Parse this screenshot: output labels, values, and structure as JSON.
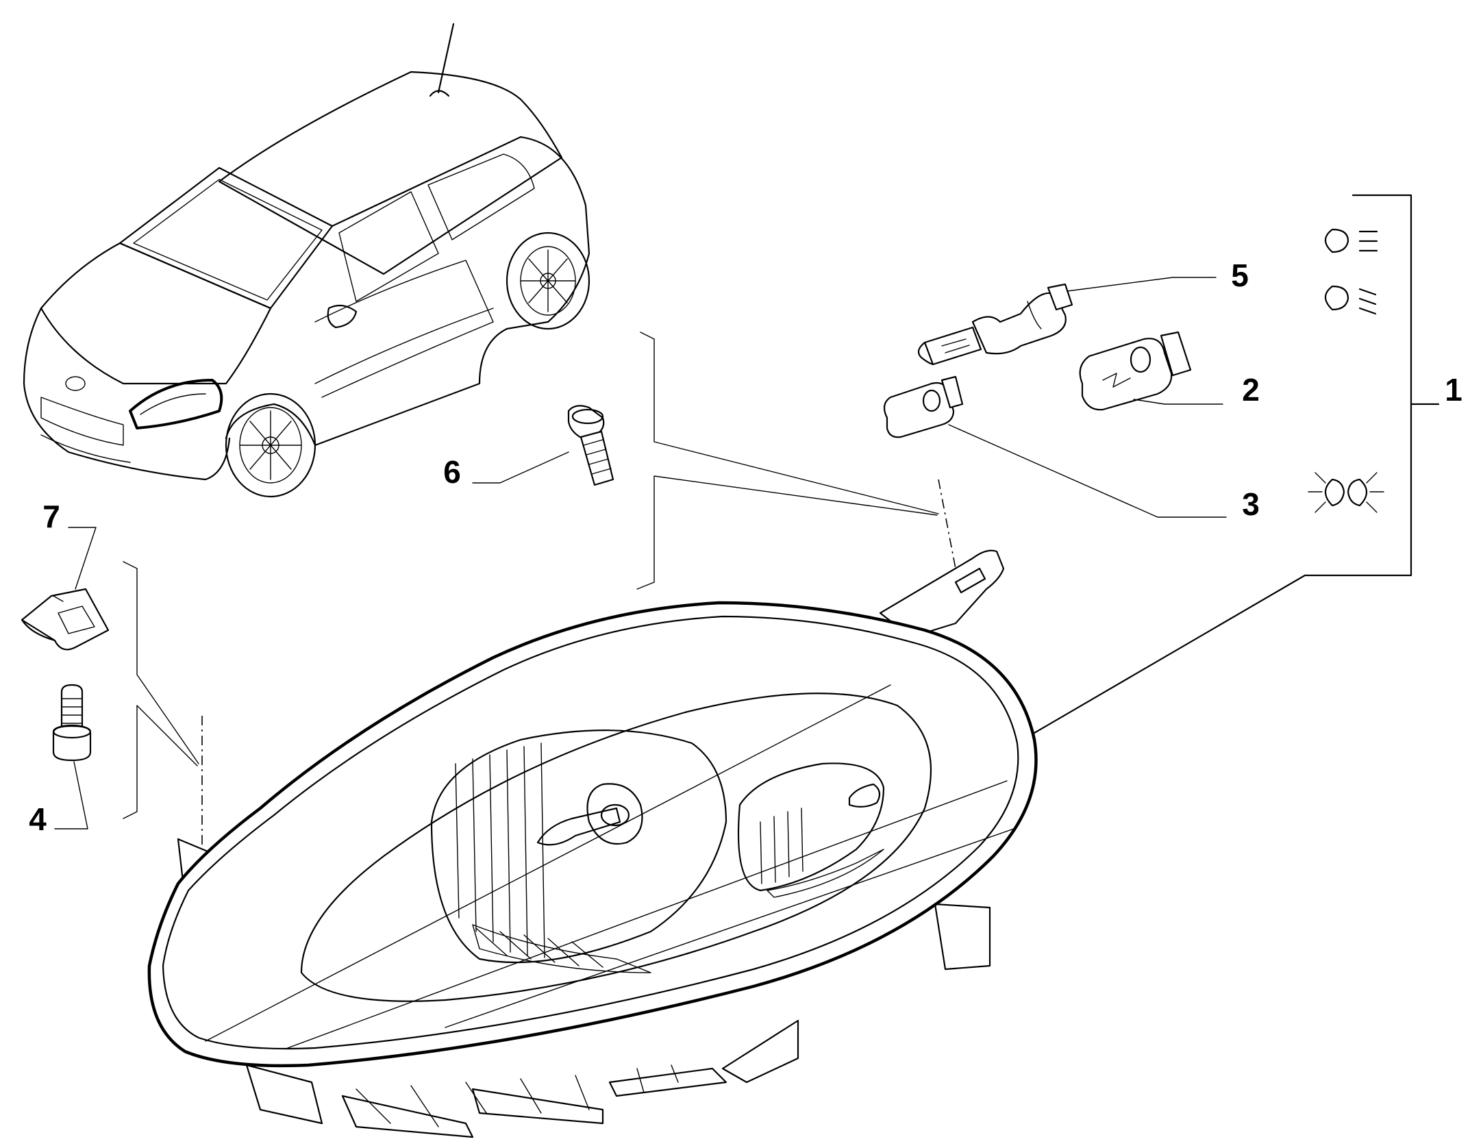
{
  "callouts": [
    {
      "id": "1",
      "label": "1"
    },
    {
      "id": "2",
      "label": "2"
    },
    {
      "id": "3",
      "label": "3"
    },
    {
      "id": "4",
      "label": "4"
    },
    {
      "id": "5",
      "label": "5"
    },
    {
      "id": "6",
      "label": "6"
    },
    {
      "id": "7",
      "label": "7"
    }
  ],
  "icons": {
    "low_beam": "low-beam-headlight-symbol",
    "high_beam": "high-beam-headlight-symbol",
    "side_light": "side-marker-light-symbol"
  },
  "colors": {
    "line": "#000000",
    "background": "#ffffff"
  }
}
